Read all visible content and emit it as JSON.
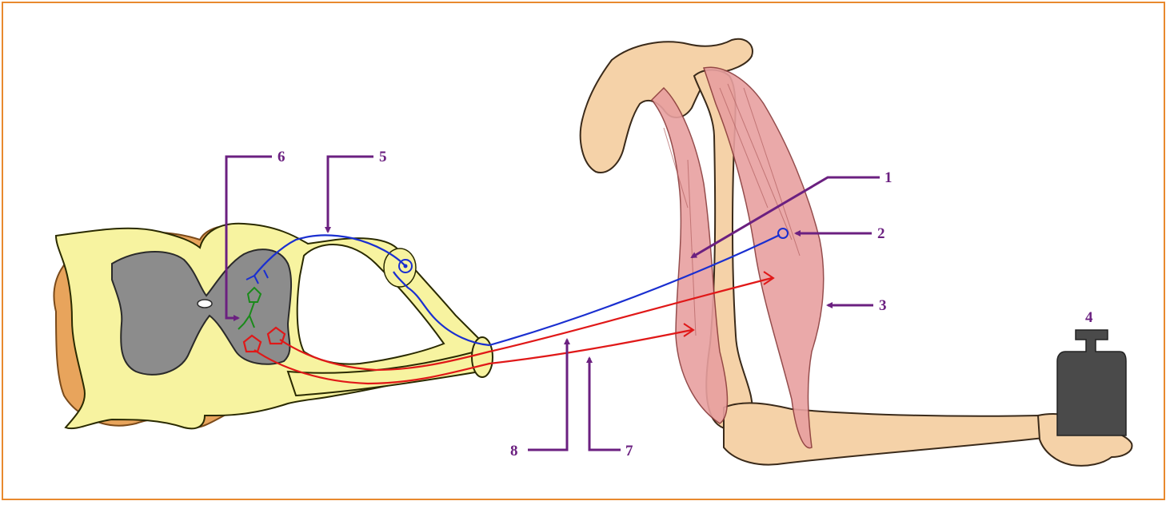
{
  "labels": {
    "l1": "1",
    "l2": "2",
    "l3": "3",
    "l4": "4",
    "l5": "5",
    "l6": "6",
    "l7": "7",
    "l8": "8"
  },
  "colors": {
    "frame": "#e8892e",
    "annotation": "#6b2080",
    "sensory_neuron": "#1a2fd0",
    "motor_neuron": "#e01818",
    "interneuron": "#1a8a1a",
    "white_matter": "#f7f3a0",
    "grey_matter": "#8a8a8a",
    "meninges": "#e8a45c",
    "bone": "#f5d2a8",
    "muscle": "#e8a0a0",
    "weight": "#4a4a4a"
  }
}
